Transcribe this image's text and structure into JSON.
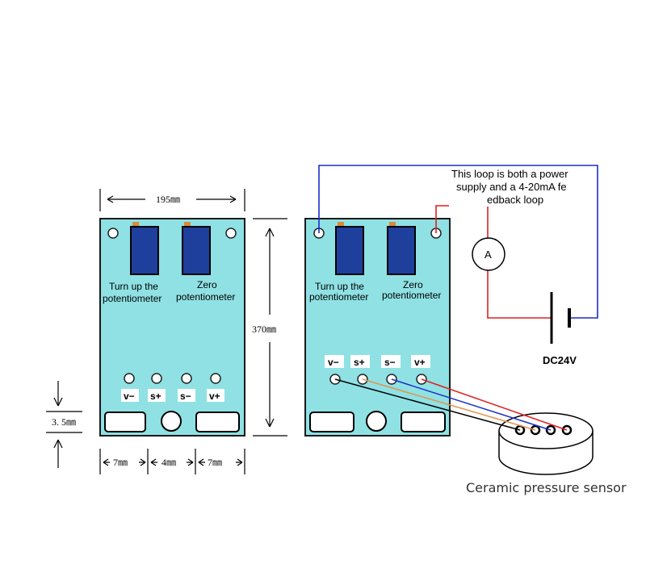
{
  "colors": {
    "board": "#8fe1e4",
    "pot": "#1f3f9c",
    "pot_tab": "#d98a3a",
    "wire_blue": "#1c2fc7",
    "wire_red": "#e02020",
    "wire_black": "#000000",
    "wire_orange": "#e0954a"
  },
  "left_board": {
    "pot_labels": [
      "Turn up the",
      "potentiometer",
      "Zero",
      "potentiometer"
    ],
    "terminals": [
      "v−",
      "s+",
      "s−",
      "v+"
    ],
    "dims": {
      "width": "195㎜",
      "height": "370㎜",
      "hole_gap": "3. 5㎜",
      "bottom_left": "7㎜",
      "bottom_mid": "4㎜",
      "bottom_right": "7㎜"
    }
  },
  "right_board": {
    "pot_labels": [
      "Turn up the",
      "potentiometer",
      "Zero",
      "potentiometer"
    ],
    "terminals": [
      "v−",
      "s+",
      "s−",
      "v+"
    ]
  },
  "loop_note": [
    "This loop is both a power",
    "supply and a 4-20mA fe",
    "edback loop"
  ],
  "ammeter_label": "A",
  "supply_label": "DC24V",
  "sensor_caption": "Ceramic pressure sensor"
}
